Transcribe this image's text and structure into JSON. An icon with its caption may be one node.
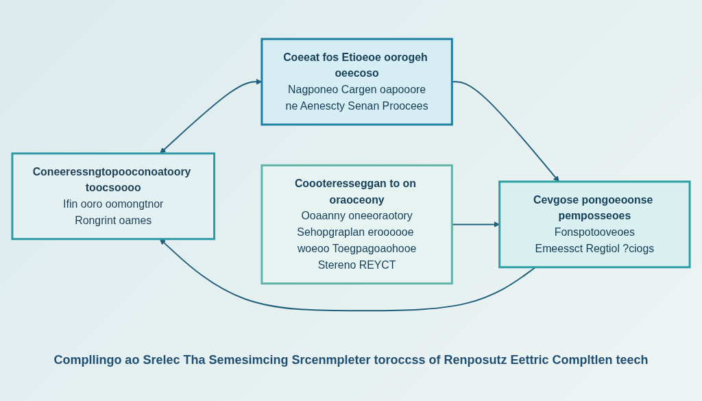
{
  "diagram": {
    "caption": "Compllingo ao Srelec Tha Semesimcing Srcenmpleter toroccss of Renposutz Eettric Compltlen teech",
    "nodes": [
      {
        "text": [
          "Coneeressngtopooconoatoory toocsoooo",
          "Ifin ooro oomongtnor",
          "Rongrint oames"
        ]
      },
      {
        "text": [
          "Coeeat fos Etioeoe oorogeh oeecoso",
          "Nagponeo Cargen oapooore",
          "ne Aenescty Senan Proocees"
        ]
      },
      {
        "text": [
          "Cevgose pongoeoonse pemposseoes",
          "Fonspotooveoes",
          "Emeessct Regtiol ?ciogs"
        ]
      },
      {
        "text": [
          "Coooteresseggan to on oraoceony",
          "Ooaanny oneeoraotory",
          "Sehopgraplan eroooooe woeoo Toegpagoaohooe",
          "Stereno REYCT"
        ]
      }
    ],
    "edges": [
      {
        "from": 0,
        "to": 1,
        "arrow": "both"
      },
      {
        "from": 2,
        "to": 0,
        "arrow": "to"
      },
      {
        "from": 1,
        "to": 2,
        "arrow": "to"
      },
      {
        "from": 3,
        "to": 2,
        "arrow": "to"
      }
    ]
  }
}
